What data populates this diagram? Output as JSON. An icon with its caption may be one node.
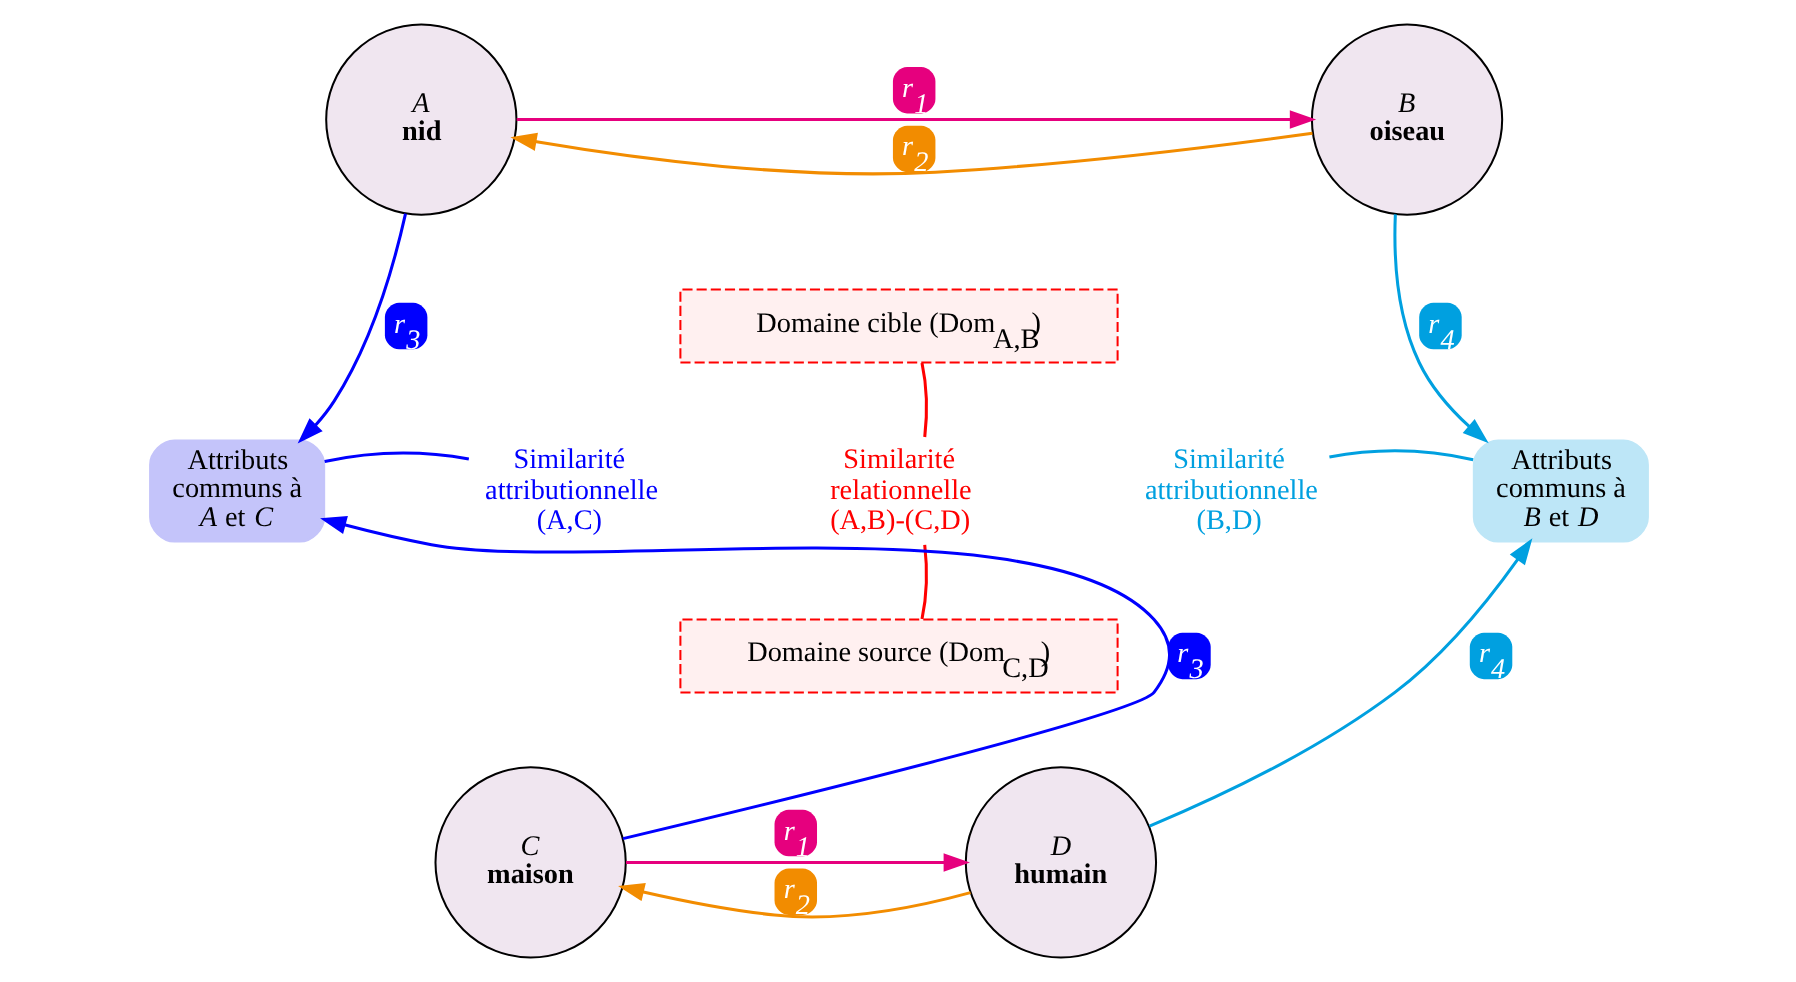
{
  "diagram": {
    "nodes": [
      {
        "text": [
          "A",
          "nid"
        ]
      },
      {
        "text": [
          "Domaine cible (Dom$_{A,B}$)"
        ]
      },
      {
        "text": [
          "B",
          "oiseau"
        ]
      },
      {
        "text": [
          "Attributs communs à *A* et *C*"
        ]
      },
      {
        "text": [
          "Similarité attributionnelle (A,C)"
        ]
      },
      {
        "text": [
          "Similarité relationnelle (A,B)-(C,D)"
        ]
      },
      {
        "text": [
          "Similarité attributionnelle (B,D)"
        ]
      },
      {
        "text": [
          "Attributs communs à *B* et *D*"
        ]
      },
      {
        "text": [
          "C",
          "maison"
        ]
      },
      {
        "text": [
          "Domaine source (Dom$_{C,D}$)"
        ]
      },
      {
        "text": [
          "D",
          "humain"
        ]
      }
    ],
    "edges": [
      {
        "from": 0,
        "to": 2,
        "arrow": "to",
        "label": "r$_{1}$",
        "color": "#e6007e"
      },
      {
        "from": 2,
        "to": 0,
        "arrow": "to",
        "label": "r$_{2}$",
        "color": "#f28c00"
      },
      {
        "from": 0,
        "to": 3,
        "arrow": "to",
        "label": "r$_{3}$",
        "color": "#0000ff"
      },
      {
        "from": 8,
        "to": 3,
        "arrow": "to",
        "label": "r$_{3}$",
        "color": "#0000ff"
      },
      {
        "from": 2,
        "to": 7,
        "arrow": "to",
        "label": "r$_{4}$",
        "color": "#00a0e0"
      },
      {
        "from": 10,
        "to": 7,
        "arrow": "to",
        "label": "r$_{4}$",
        "color": "#00a0e0"
      },
      {
        "from": 4,
        "to": 3,
        "arrow": "none",
        "color": "#0000ff"
      },
      {
        "from": 5,
        "to": 1,
        "arrow": "none",
        "color": "#ff0000"
      },
      {
        "from": 5,
        "to": 9,
        "arrow": "none",
        "color": "#ff0000"
      },
      {
        "from": 6,
        "to": 7,
        "arrow": "none",
        "color": "#00a0e0"
      },
      {
        "from": 8,
        "to": 10,
        "arrow": "to",
        "label": "r$_{1}$",
        "color": "#e6007e"
      },
      {
        "from": 10,
        "to": 8,
        "arrow": "to",
        "label": "r$_{2}$",
        "color": "#f28c00"
      }
    ]
  }
}
